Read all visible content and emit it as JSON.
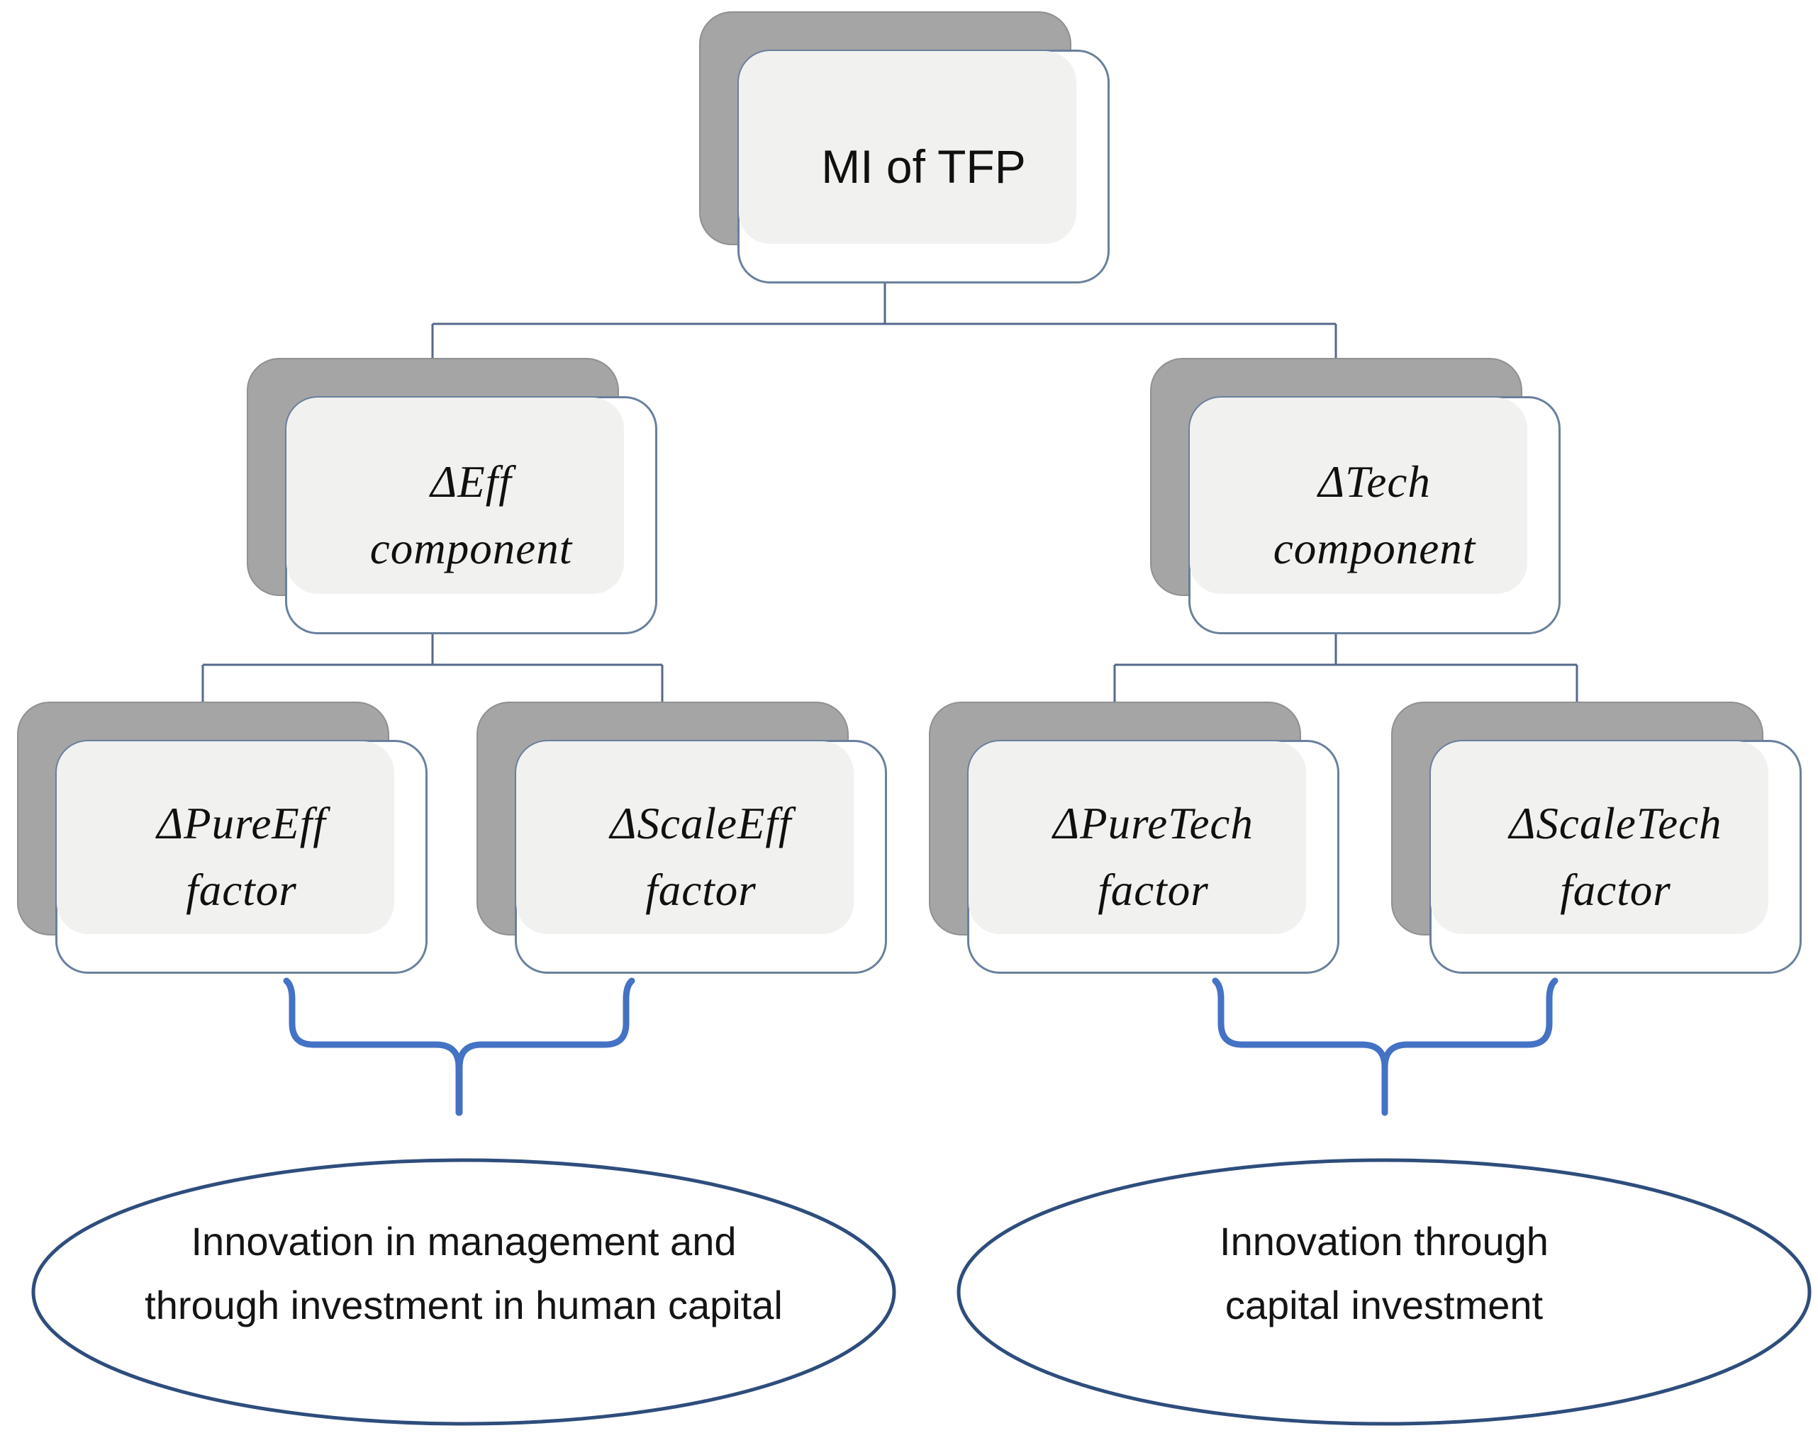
{
  "diagram": {
    "nodes": {
      "root": {
        "label": "MI of TFP"
      },
      "eff": {
        "line1": "ΔEff",
        "line2": "component"
      },
      "tech": {
        "line1": "ΔTech",
        "line2": "component"
      },
      "pure_eff": {
        "line1": "ΔPureEff",
        "line2": "factor"
      },
      "scale_eff": {
        "line1": "ΔScaleEff",
        "line2": "factor"
      },
      "pure_tech": {
        "line1": "ΔPureTech",
        "line2": "factor"
      },
      "scale_tech": {
        "line1": "ΔScaleTech",
        "line2": "factor"
      }
    },
    "callouts": {
      "left": {
        "line1": "Innovation in management and",
        "line2": "through investment in human capital"
      },
      "right": {
        "line1": "Innovation through",
        "line2": "capital investment"
      }
    }
  },
  "colors": {
    "brace_blue": "#4472c4",
    "connector_line": "#55698a",
    "node_border": "#69809d",
    "node_fill": "#ffffff",
    "node_inner_fill": "#f1f1ef",
    "shadow_gray": "#a5a5a5",
    "ellipse_border": "#2e4d7c",
    "text_color": "#101010"
  }
}
